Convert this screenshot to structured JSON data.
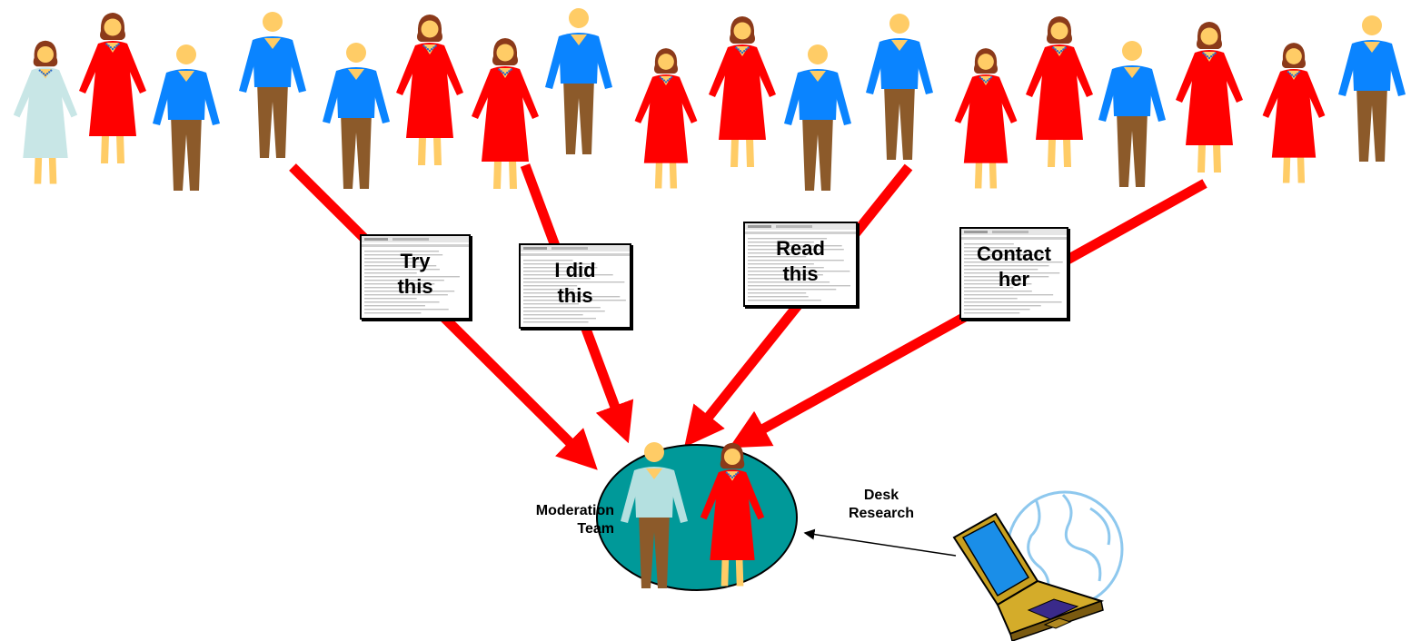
{
  "colors": {
    "arrow": "#ff0000",
    "ellipse": "#009999",
    "dress": "#ff0000",
    "light_dress": "#c8e6e6",
    "shirt": "#0a84ff",
    "light_shirt": "#b4e0e0",
    "pants": "#8c5a2a",
    "skin": "#ffcc66",
    "hair": "#8b3a1a"
  },
  "crowd": [
    {
      "type": "woman",
      "variant": "light",
      "icon": "woman-icon"
    },
    {
      "type": "woman",
      "variant": "red",
      "icon": "woman-icon"
    },
    {
      "type": "man",
      "variant": "blue",
      "icon": "man-icon"
    },
    {
      "type": "man",
      "variant": "blue",
      "icon": "man-icon"
    },
    {
      "type": "man",
      "variant": "blue",
      "icon": "man-icon"
    },
    {
      "type": "woman",
      "variant": "red",
      "icon": "woman-icon"
    },
    {
      "type": "woman",
      "variant": "red",
      "icon": "woman-icon"
    },
    {
      "type": "man",
      "variant": "blue",
      "icon": "man-icon"
    },
    {
      "type": "woman",
      "variant": "red",
      "icon": "woman-icon"
    },
    {
      "type": "woman",
      "variant": "red",
      "icon": "woman-icon"
    },
    {
      "type": "man",
      "variant": "blue",
      "icon": "man-icon"
    },
    {
      "type": "man",
      "variant": "blue",
      "icon": "man-icon"
    },
    {
      "type": "woman",
      "variant": "red",
      "icon": "woman-icon"
    },
    {
      "type": "woman",
      "variant": "red",
      "icon": "woman-icon"
    },
    {
      "type": "man",
      "variant": "blue",
      "icon": "man-icon"
    },
    {
      "type": "woman",
      "variant": "red",
      "icon": "woman-icon"
    },
    {
      "type": "woman",
      "variant": "red",
      "icon": "woman-icon"
    },
    {
      "type": "man",
      "variant": "blue",
      "icon": "man-icon"
    }
  ],
  "messages": [
    {
      "label": "Try\nthis",
      "icon": "document-icon"
    },
    {
      "label": "I did\nthis",
      "icon": "document-icon"
    },
    {
      "label": "Read\nthis",
      "icon": "document-icon"
    },
    {
      "label": "Contact\nher",
      "icon": "document-icon"
    }
  ],
  "team": {
    "label": "Moderation\nTeam",
    "members": [
      {
        "type": "man",
        "variant": "light",
        "icon": "man-icon"
      },
      {
        "type": "woman",
        "variant": "red",
        "icon": "woman-icon"
      }
    ]
  },
  "desk_research": {
    "label": "Desk\nResearch",
    "icon": "laptop-globe-icon"
  }
}
